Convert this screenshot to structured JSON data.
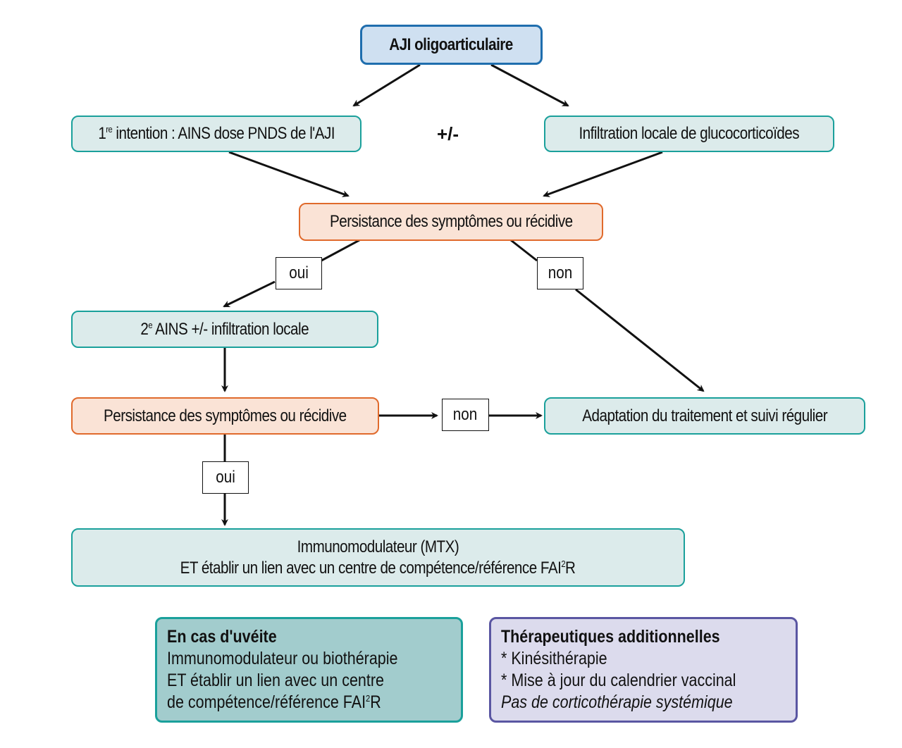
{
  "title": "AJI oligoarticulaire",
  "nodes": {
    "root": "AJI oligoarticulaire",
    "first_line_sup_num": "1",
    "first_line_sup": "re",
    "first_line_rest": " intention : AINS dose PNDS de l'AJI",
    "infiltration": "Infiltration locale de glucocorticoïdes",
    "plus_minus": "+/-",
    "persistence_1": "Persistance des symptômes ou récidive",
    "second_line_num": "2",
    "second_line_sup": "e",
    "second_line_rest": " AINS +/- infiltration locale",
    "persistence_2": "Persistance des symptômes ou récidive",
    "adaptation": "Adaptation du traitement et suivi régulier",
    "immuno_line1": "Immunomodulateur (MTX)",
    "immuno_line2_pre": "ET établir un lien avec un centre de compétence/référence FAI",
    "immuno_line2_sup": "2",
    "immuno_line2_post": "R"
  },
  "edge_labels": {
    "oui_1": "oui",
    "non_1": "non",
    "non_2": "non",
    "oui_2": "oui"
  },
  "panels": {
    "uveite": {
      "title": "En cas d'uvéite",
      "line1": "Immunomodulateur ou biothérapie",
      "line2": "ET établir un lien avec un centre",
      "line3_pre": "de compétence/référence FAI",
      "line3_sup": "2",
      "line3_post": "R"
    },
    "therapeutiques": {
      "title": "Thérapeutiques additionnelles",
      "line1": "* Kinésithérapie",
      "line2": "* Mise à jour du calendrier vaccinal",
      "line3": "Pas de corticothérapie systémique"
    }
  },
  "colors": {
    "root_fill": "#cfe0f1",
    "root_border": "#1f6eae",
    "teal_fill": "#dcebeb",
    "teal_border": "#1aa09b",
    "orange_fill": "#fae3d6",
    "orange_border": "#e06a2c",
    "uveite_fill": "#a2cccd",
    "therapeutiques_fill": "#dcdbed",
    "therapeutiques_border": "#5a56a2"
  }
}
